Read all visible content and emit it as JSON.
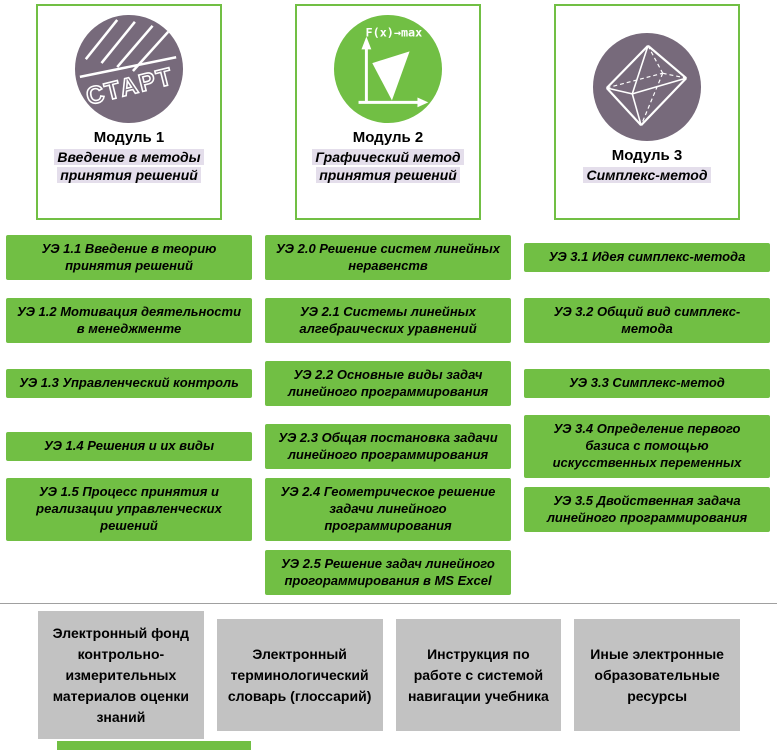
{
  "modules": [
    {
      "title": "Модуль 1",
      "subtitle": "Введение в методы принятия решений",
      "icon": "start-stamp-icon",
      "icon_text": "СТАРТ",
      "items": [
        "УЭ 1.1 Введение в теорию принятия решений",
        "УЭ 1.2 Мотивация деятельности в менеджменте",
        "УЭ 1.3 Управленческий контроль",
        "УЭ 1.4 Решения и их виды",
        "УЭ 1.5 Процесс принятия и реализации управленческих решений"
      ]
    },
    {
      "title": "Модуль 2",
      "subtitle": "Графический метод принятия решений",
      "icon": "graph-method-icon",
      "icon_text": "F(x)→max",
      "items": [
        "УЭ 2.0 Решение систем линейных неравенств",
        "УЭ 2.1 Системы линейных алгебраических уравнений",
        "УЭ 2.2 Основные виды задач линейного программирования",
        "УЭ 2.3 Общая постановка задачи линейного программирования",
        "УЭ 2.4 Геометрическое решение задачи линейного программирования",
        "УЭ 2.5 Решение задач линейного прогораммирования в MS Excel"
      ]
    },
    {
      "title": "Модуль 3",
      "subtitle": "Симплекс-метод",
      "icon": "simplex-octahedron-icon",
      "icon_text": "",
      "items": [
        "УЭ 3.1 Идея симплекс-метода",
        "УЭ 3.2 Общий вид симплекс-метода",
        "УЭ 3.3 Симплекс-метод",
        "УЭ 3.4 Определение первого базиса с помощью искусственных переменных",
        "УЭ 3.5 Двойственная задача линейного программирования"
      ]
    }
  ],
  "resources": [
    "Электронный фонд контрольно-измерительных материалов оценки знаний",
    "Электронный терминологический словарь (глоссарий)",
    "Инструкция по работе с системой навигации учебника",
    "Иные электронные образовательные ресурсы"
  ],
  "colors": {
    "green": "#71BF44",
    "purple": "#776A7B",
    "lavender": "#E4DEEB",
    "gray_box": "#C2C2C2"
  }
}
